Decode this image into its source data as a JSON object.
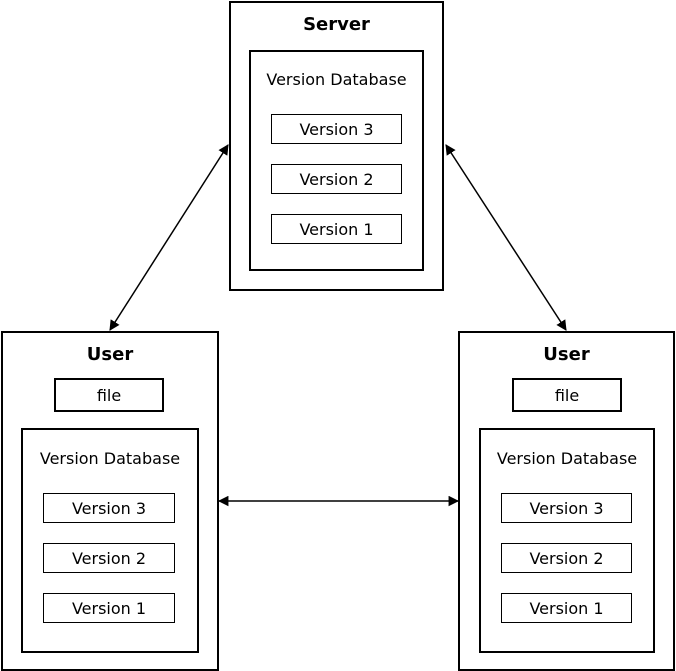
{
  "server": {
    "title": "Server",
    "database": {
      "title": "Version Database",
      "versions": [
        "Version 3",
        "Version 2",
        "Version 1"
      ]
    }
  },
  "users": [
    {
      "title": "User",
      "file": "file",
      "database": {
        "title": "Version Database",
        "versions": [
          "Version 3",
          "Version 2",
          "Version 1"
        ]
      }
    },
    {
      "title": "User",
      "file": "file",
      "database": {
        "title": "Version Database",
        "versions": [
          "Version 3",
          "Version 2",
          "Version 1"
        ]
      }
    }
  ]
}
